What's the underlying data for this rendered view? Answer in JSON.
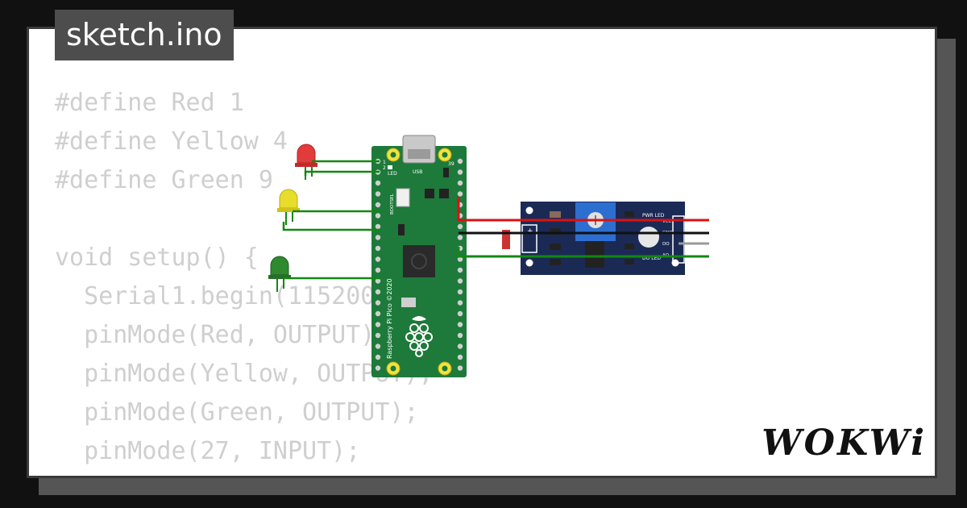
{
  "tab": {
    "title": "sketch.ino"
  },
  "code_lines": [
    "#define Red 1",
    "#define Yellow 4",
    "#define Green 9",
    "",
    "void setup() {",
    "  Serial1.begin(115200);",
    "  pinMode(Red, OUTPUT);",
    "  pinMode(Yellow, OUTPUT);",
    "  pinMode(Green, OUTPUT);",
    "  pinMode(27, INPUT);"
  ],
  "board": {
    "led_label": "LED",
    "usb_label": "USB",
    "bootsel_label": "BOOTSEL",
    "pin_top_left": "1",
    "pin_top_left_2": "2",
    "pin_top_right": "39",
    "brand_text": "Raspberry Pi Pico ©2020"
  },
  "sensor": {
    "pwr_led_label": "PWR LED",
    "do_led_label": "DO LED",
    "pins": [
      "VCC",
      "GND",
      "DO",
      "AO"
    ]
  },
  "colors": {
    "led_red": "#e23b3b",
    "led_yellow": "#e8dd2c",
    "led_green": "#2f8a2f",
    "board_green": "#1d7a3a",
    "sensor_blue": "#1b2a55",
    "wire_green": "#118811",
    "wire_red": "#dd1111",
    "wire_black": "#111111",
    "wire_gray": "#999999"
  },
  "logo": {
    "text": "WOKWi"
  }
}
